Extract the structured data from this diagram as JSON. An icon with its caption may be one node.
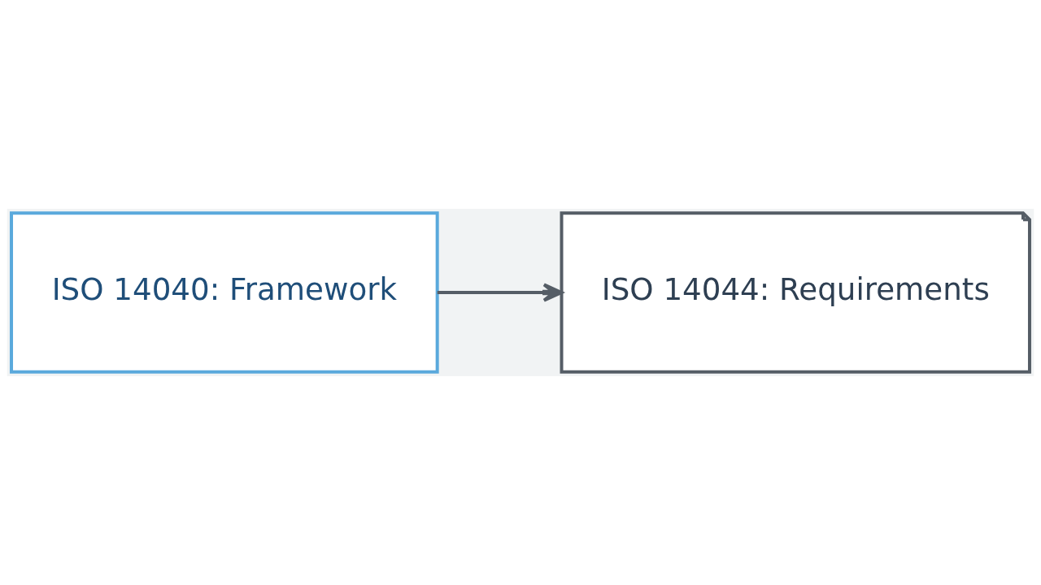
{
  "diagram": {
    "nodes": [
      {
        "text": [
          "ISO 14040: Framework"
        ]
      },
      {
        "text": [
          "ISO 14044: Requirements"
        ]
      }
    ],
    "edges": [
      {
        "from": 0,
        "to": 1,
        "arrow": "to"
      }
    ]
  }
}
